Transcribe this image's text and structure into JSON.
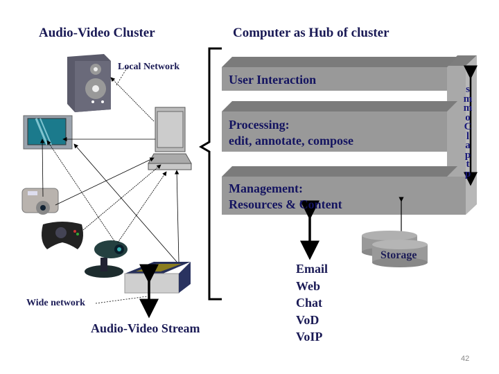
{
  "left_title": "Audio-Video Cluster",
  "right_title": "Computer as Hub of cluster",
  "local_network_label": "Local Network",
  "wide_network_label": "Wide network",
  "av_stream_label": "Audio-Video Stream",
  "layers": [
    {
      "line1": "User Interaction",
      "line2": ""
    },
    {
      "line1": "Processing:",
      "line2": "edit, annotate, compose"
    },
    {
      "line1": "Management:",
      "line2": "Resources  & Content"
    }
  ],
  "side_column_letters": [
    "s",
    "m",
    "m",
    "o",
    "C",
    "l",
    "a",
    "p",
    "t",
    "p"
  ],
  "storage_label": "Storage",
  "services": [
    "Email",
    "Web",
    "Chat",
    "VoD",
    "VoIP"
  ],
  "devices": [
    "speaker",
    "television",
    "camera",
    "game-controller",
    "webcam",
    "dvd-player",
    "laptop"
  ],
  "page_number": "42",
  "colors": {
    "text": "#1a1a55",
    "layer": "#999999",
    "layer_top": "#7a7a7a"
  }
}
